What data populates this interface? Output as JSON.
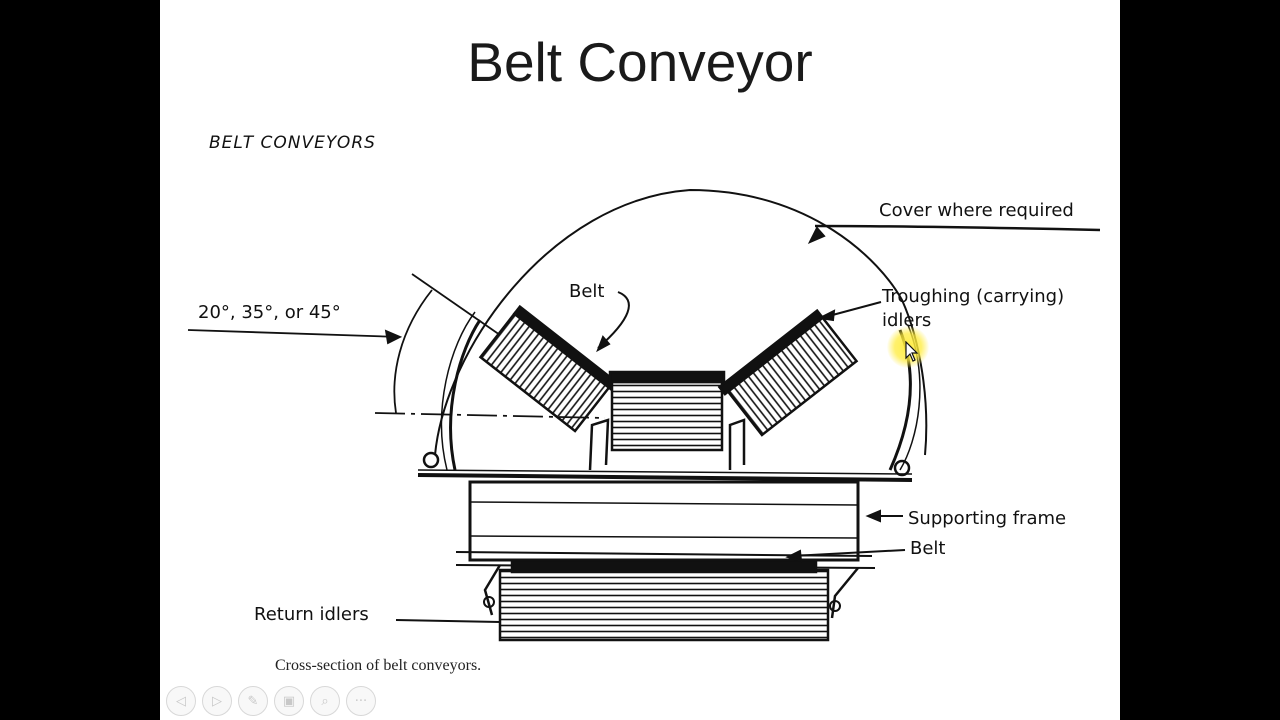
{
  "slide": {
    "title": "Belt Conveyor"
  },
  "diagram": {
    "heading": "BELT CONVEYORS",
    "labels": {
      "angle": "20°, 35°, or 45°",
      "belt_top": "Belt",
      "cover": "Cover where required",
      "troughing_line1": "Troughing (carrying)",
      "troughing_line2": "idlers",
      "supporting_frame": "Supporting frame",
      "belt_bottom": "Belt",
      "return_idlers": "Return idlers"
    },
    "caption": "Cross-section of belt conveyors."
  },
  "toolbar": {
    "buttons": [
      {
        "name": "previous-slide-button",
        "icon": "arrow-left-icon",
        "glyph": "◁"
      },
      {
        "name": "next-slide-button",
        "icon": "arrow-right-icon",
        "glyph": "▷"
      },
      {
        "name": "pen-tool-button",
        "icon": "pen-icon",
        "glyph": "✎"
      },
      {
        "name": "slides-overview-button",
        "icon": "grid-icon",
        "glyph": "▣"
      },
      {
        "name": "zoom-button",
        "icon": "magnifier-icon",
        "glyph": "⌕"
      },
      {
        "name": "more-options-button",
        "icon": "ellipsis-icon",
        "glyph": "···"
      }
    ]
  },
  "colors": {
    "background": "#000000",
    "slide": "#ffffff",
    "ink": "#111111",
    "cursor_highlight": "#ffec3c"
  }
}
